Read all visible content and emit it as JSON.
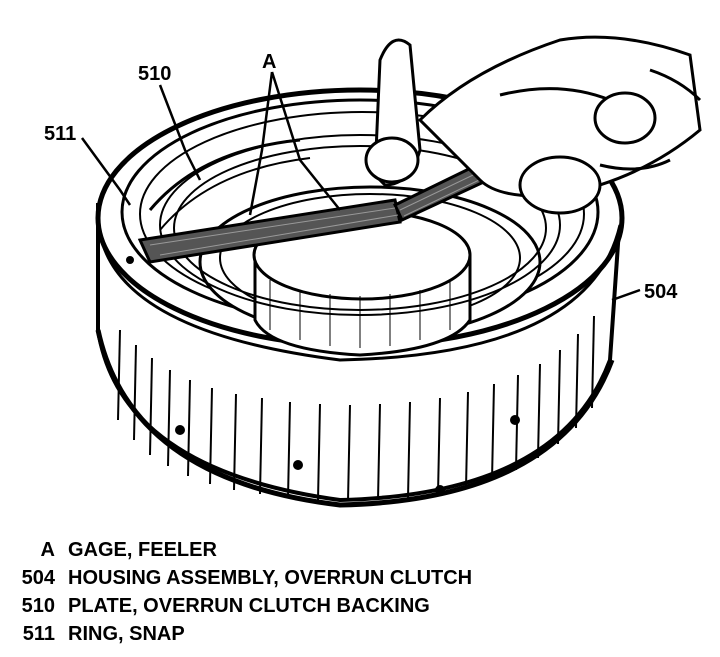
{
  "callouts": {
    "a": "A",
    "c510": "510",
    "c511": "511",
    "c504": "504"
  },
  "legend": [
    {
      "code": "A",
      "desc": "GAGE, FEELER"
    },
    {
      "code": "504",
      "desc": "HOUSING ASSEMBLY, OVERRUN CLUTCH"
    },
    {
      "code": "510",
      "desc": "PLATE, OVERRUN CLUTCH BACKING"
    },
    {
      "code": "511",
      "desc": "RING, SNAP"
    }
  ]
}
